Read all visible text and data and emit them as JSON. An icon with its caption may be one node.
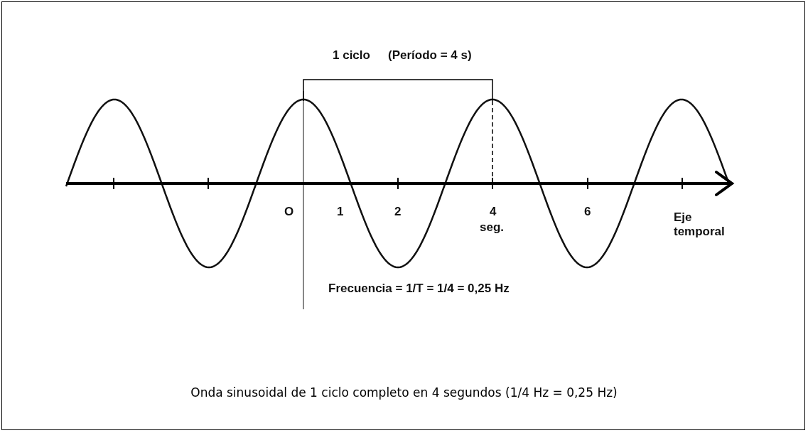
{
  "diagram": {
    "caption": "Onda sinusoidal de 1 ciclo completo en 4 segundos (1/4 Hz = 0,25 Hz)",
    "labels": [
      "1 ciclo",
      "(Período = 4 s)",
      "O",
      "1",
      "2",
      "4",
      "6",
      "seg.",
      "Eje temporal",
      "Frecuencia = 1/T = 1/4 = 0,25 Hz"
    ]
  }
}
